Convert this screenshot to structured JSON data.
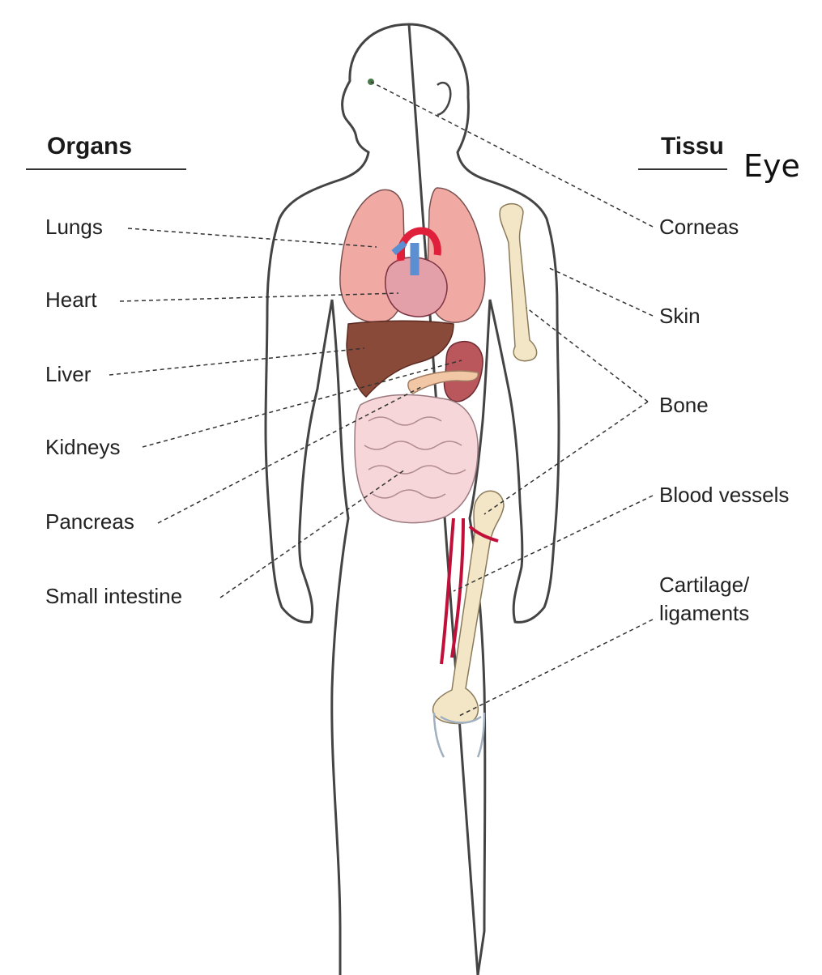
{
  "headers": {
    "organs": "Organs",
    "tissues": "Tissu"
  },
  "overlay_label": "Eye",
  "organs": [
    {
      "label": "Lungs"
    },
    {
      "label": "Heart"
    },
    {
      "label": "Liver"
    },
    {
      "label": "Kidneys"
    },
    {
      "label": "Pancreas"
    },
    {
      "label": "Small intestine"
    }
  ],
  "tissues": [
    {
      "label": "Corneas"
    },
    {
      "label": "Skin"
    },
    {
      "label": "Bone"
    },
    {
      "label": "Blood vessels"
    },
    {
      "label": "Cartilage/"
    },
    {
      "label": "ligaments"
    }
  ],
  "colors": {
    "outline": "#444444",
    "lung": "#f0aaa3",
    "heart": "#e3a0a8",
    "aorta": "#e0203a",
    "vein": "#5b8fd1",
    "liver": "#8a4a3a",
    "kidney": "#b9575d",
    "pancreas": "#f1c7a5",
    "intestine": "#f6d6d8",
    "bone": "#f3e6c6",
    "vessel": "#c0103a"
  }
}
